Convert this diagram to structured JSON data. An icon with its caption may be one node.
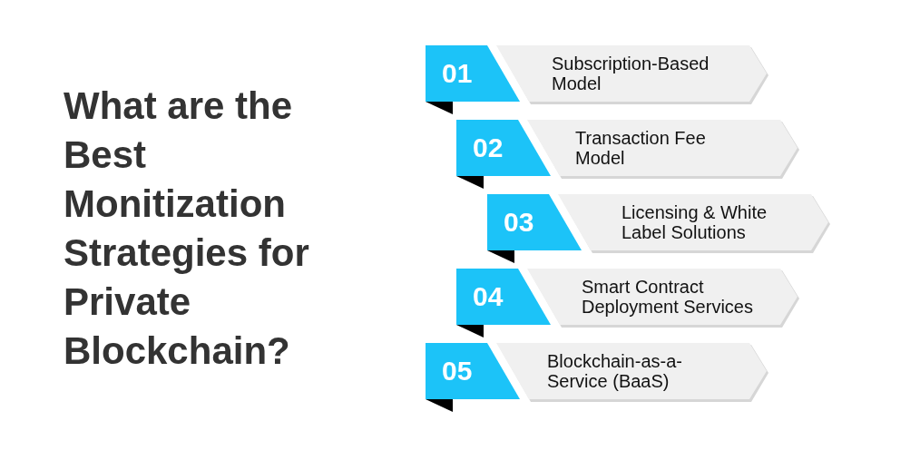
{
  "diagram": {
    "title": "What are the Best Monitization Strategies for Private Blockchain?",
    "nodes": [
      {
        "text": [
          "01"
        ]
      },
      {
        "text": [
          "Subscription-Based Model"
        ]
      },
      {
        "text": [
          "02"
        ]
      },
      {
        "text": [
          "Transaction Fee Model"
        ]
      },
      {
        "text": [
          "03"
        ]
      },
      {
        "text": [
          "Licensing & White Label Solutions"
        ]
      },
      {
        "text": [
          "04"
        ]
      },
      {
        "text": [
          "Smart Contract Deployment Services"
        ]
      },
      {
        "text": [
          "05"
        ]
      },
      {
        "text": [
          "Blockchain-as-a-Service (BaaS)"
        ]
      }
    ]
  }
}
